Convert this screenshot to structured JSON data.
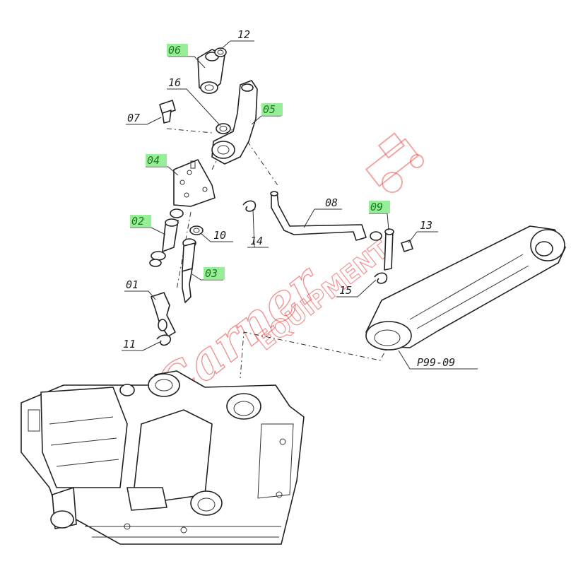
{
  "labels": {
    "l06": "06",
    "l12": "12",
    "l16": "16",
    "l05": "05",
    "l07": "07",
    "l04": "04",
    "l08": "08",
    "l09": "09",
    "l13": "13",
    "l02": "02",
    "l10": "10",
    "l14": "14",
    "l03": "03",
    "l15": "15",
    "l01": "01",
    "l11": "11",
    "ref": "P99-09"
  },
  "watermark": {
    "brand_script": "Carner",
    "brand_block": "EQUIPMENT"
  },
  "colors": {
    "highlight": "#7ee87e",
    "watermark": "#e63a3a"
  }
}
